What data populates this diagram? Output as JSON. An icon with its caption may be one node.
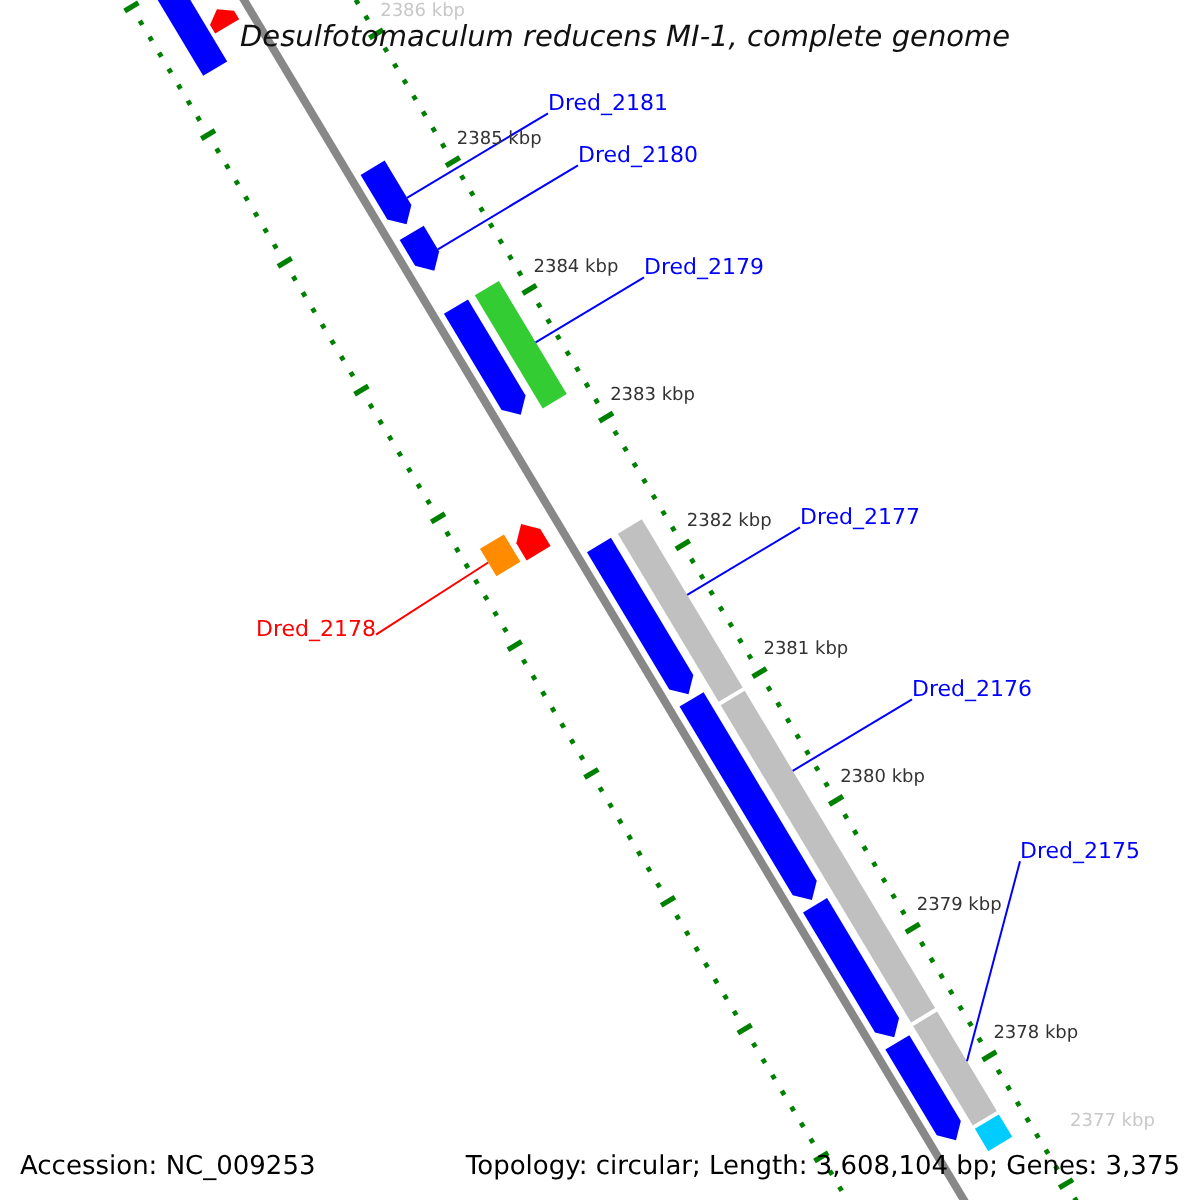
{
  "diagram": {
    "title": "Desulfotomaculum reducens MI-1, complete genome",
    "nodes": [
      {
        "text": [
          "Dred_2181"
        ]
      },
      {
        "text": [
          "Dred_2180"
        ]
      },
      {
        "text": [
          "Dred_2179"
        ]
      },
      {
        "text": [
          "Dred_2177"
        ]
      },
      {
        "text": [
          "Dred_2178"
        ]
      },
      {
        "text": [
          "Dred_2176"
        ]
      },
      {
        "text": [
          "Dred_2175"
        ]
      },
      {
        "text": [],
        "shape": "bar"
      },
      {
        "text": [],
        "shape": "bar"
      },
      {
        "text": [],
        "shape": "bar"
      },
      {
        "text": [],
        "shape": "bar"
      },
      {
        "text": [],
        "shape": "bar"
      },
      {
        "text": [],
        "shape": "bar"
      },
      {
        "text": [],
        "shape": "bar"
      },
      {
        "text": [],
        "shape": "bar"
      },
      {
        "text": [],
        "shape": "bar"
      },
      {
        "text": [],
        "shape": "bar"
      },
      {
        "text": [],
        "shape": "bar"
      },
      {
        "text": [],
        "shape": "bar"
      },
      {
        "text": [],
        "shape": "bar"
      },
      {
        "text": [],
        "shape": "bar"
      },
      {
        "text": [],
        "shape": "bar"
      },
      {
        "text": [],
        "shape": "bar"
      }
    ],
    "edges": [
      {
        "from": 0,
        "to": 7,
        "arrow": "none"
      },
      {
        "from": 1,
        "to": 8,
        "arrow": "none"
      },
      {
        "from": 2,
        "to": 9,
        "arrow": "none"
      },
      {
        "from": 3,
        "to": 10,
        "arrow": "none"
      },
      {
        "from": 4,
        "to": 11,
        "arrow": "none",
        "color": "#ff0000"
      },
      {
        "from": 5,
        "to": 12,
        "arrow": "none"
      },
      {
        "from": 6,
        "to": 13,
        "arrow": "none"
      }
    ],
    "labels": [
      "2386 kbp",
      "2385 kbp",
      "2384 kbp",
      "2383 kbp",
      "2382 kbp",
      "2381 kbp",
      "2380 kbp",
      "2379 kbp",
      "2378 kbp",
      "2377 kbp",
      "Accession: NC_009253",
      "Topology: circular; Length: 3,608,104 bp; Genes: 3,375"
    ]
  }
}
